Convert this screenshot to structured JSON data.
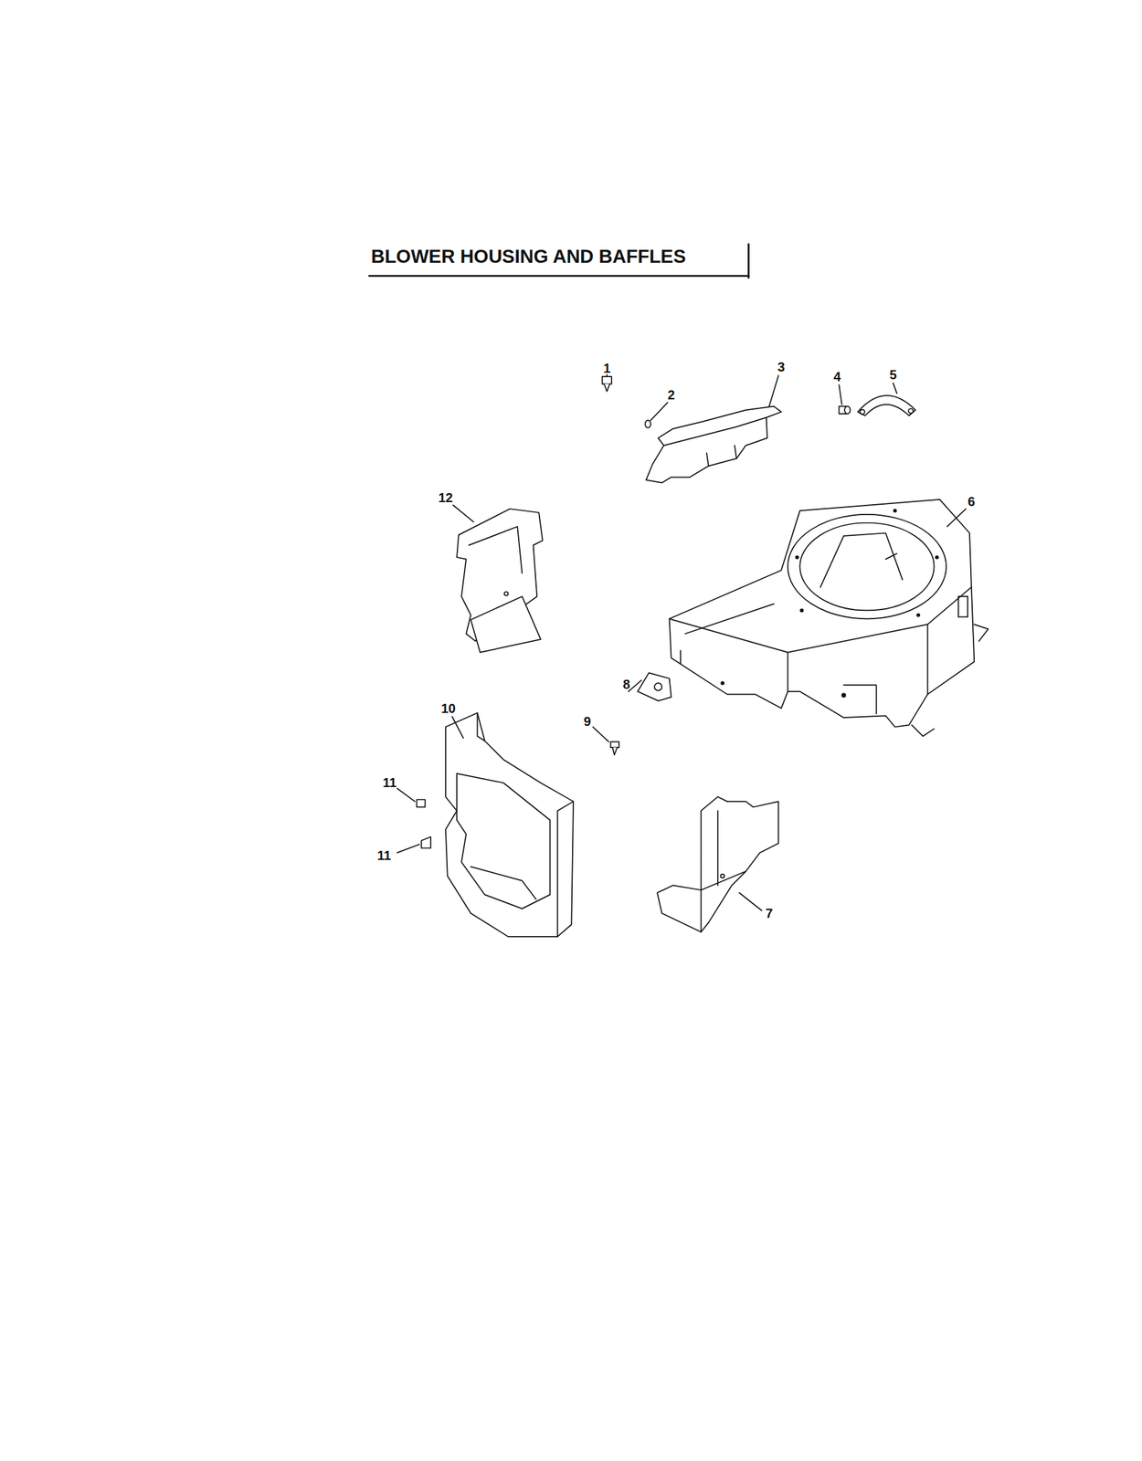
{
  "diagram": {
    "title": "BLOWER HOUSING AND BAFFLES",
    "labels": [
      "1",
      "2",
      "3",
      "4",
      "5",
      "6",
      "7",
      "8",
      "9",
      "10",
      "11",
      "11",
      "12"
    ]
  }
}
